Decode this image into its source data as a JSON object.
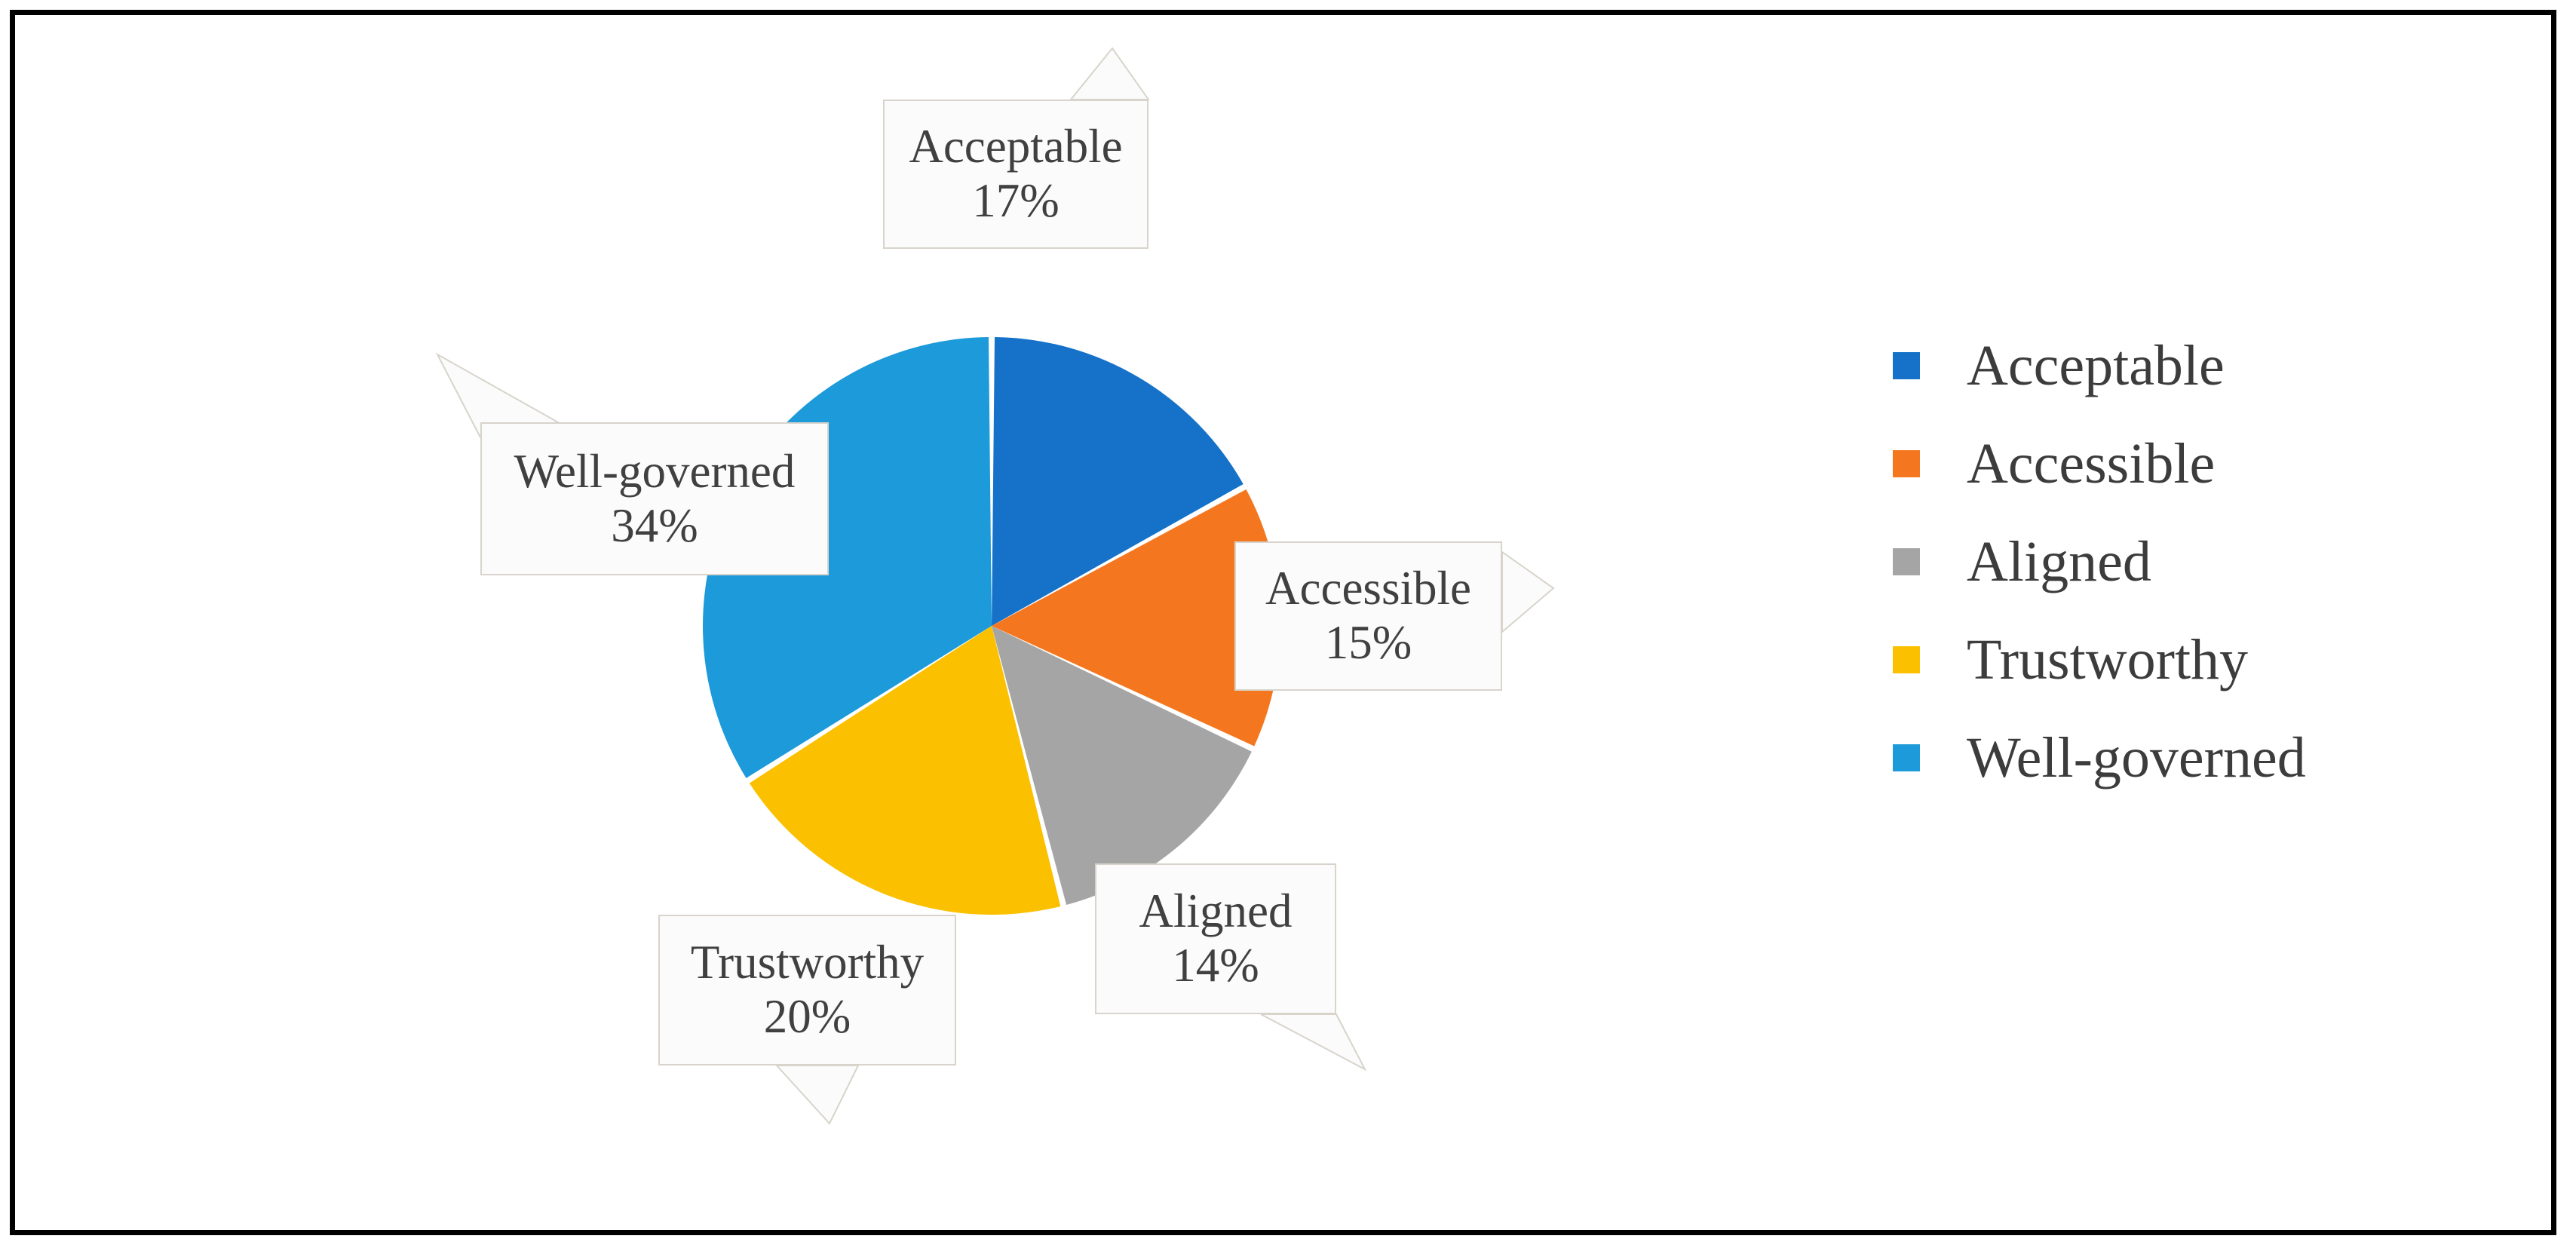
{
  "chart_data": {
    "type": "pie",
    "title": "",
    "labels": [
      "Acceptable",
      "Accessible",
      "Aligned",
      "Trustworthy",
      "Well-governed"
    ],
    "values": [
      17,
      15,
      14,
      20,
      34
    ],
    "value_suffix": "%",
    "start_angle_deg": 0,
    "direction": "clockwise",
    "legend_position": "right",
    "grid": false,
    "slice_gap": true,
    "colors": [
      "#1572C8",
      "#F4771F",
      "#A5A5A5",
      "#FBC000",
      "#1C9AD9"
    ],
    "data_labels": [
      {
        "name": "Acceptable",
        "value": "17%"
      },
      {
        "name": "Accessible",
        "value": "15%"
      },
      {
        "name": "Aligned",
        "value": "14%"
      },
      {
        "name": "Trustworthy",
        "value": "20%"
      },
      {
        "name": "Well-governed",
        "value": "34%"
      }
    ]
  },
  "legend": {
    "items": [
      {
        "label": "Acceptable",
        "color": "#1572C8"
      },
      {
        "label": "Accessible",
        "color": "#F4771F"
      },
      {
        "label": "Aligned",
        "color": "#A5A5A5"
      },
      {
        "label": "Trustworthy",
        "color": "#FBC000"
      },
      {
        "label": "Well-governed",
        "color": "#1C9AD9"
      }
    ]
  },
  "frame": {
    "border_color": "#000000",
    "background": "#ffffff"
  }
}
